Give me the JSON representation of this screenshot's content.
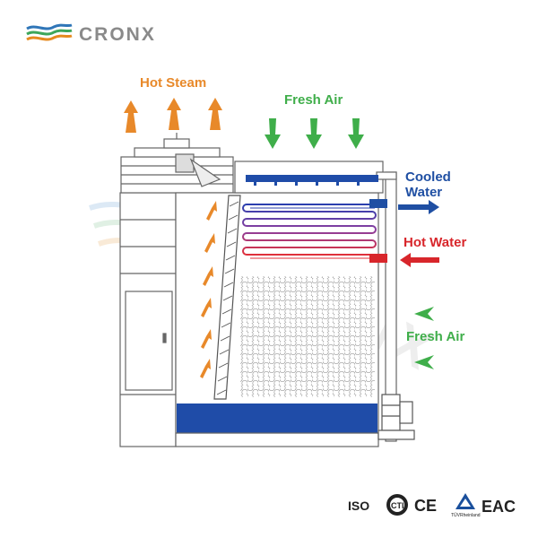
{
  "brand": {
    "name": "CRONX",
    "watermark": "CRONX",
    "colors": {
      "wave_blue": "#2f76b8",
      "wave_green": "#3da65a",
      "wave_orange": "#e58a1f",
      "text_gray": "#8a8a8a"
    }
  },
  "labels": {
    "hot_steam": "Hot Steam",
    "fresh_air_top": "Fresh Air",
    "cooled_water_line1": "Cooled",
    "cooled_water_line2": "Water",
    "hot_water": "Hot Water",
    "fresh_air_side": "Fresh Air"
  },
  "certifications": {
    "iso": "ISO",
    "cti": "CTI",
    "ce": "CE",
    "tuv": "TÜVRheinland",
    "eac": "EAC"
  },
  "colors": {
    "steam": "#e8892a",
    "fresh_air": "#3fae4a",
    "cooled_water": "#1f4fa3",
    "hot_water": "#d8262b",
    "basin": "#1f4ca8",
    "outline": "#666666"
  }
}
